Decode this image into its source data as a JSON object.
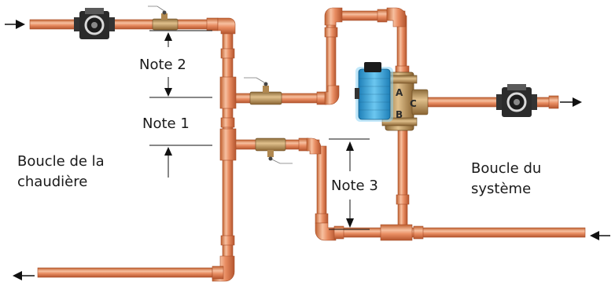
{
  "notes": {
    "note2": "Note 2",
    "note1": "Note 1",
    "note3": "Note 3"
  },
  "loops": {
    "boiler_line1": "Boucle de la",
    "boiler_line2": "chaudière",
    "system_line1": "Boucle du",
    "system_line2": "système"
  },
  "valve_ports": {
    "a": "A",
    "b": "B",
    "c": "C"
  },
  "colors": {
    "pipe": "#e4845a",
    "pipe_edge": "#b4552e",
    "pipe_highlight": "#f6c2a4",
    "brass": "#c8a06a",
    "actuator": "#2d9fd8",
    "pump": "#2b2b2b"
  }
}
